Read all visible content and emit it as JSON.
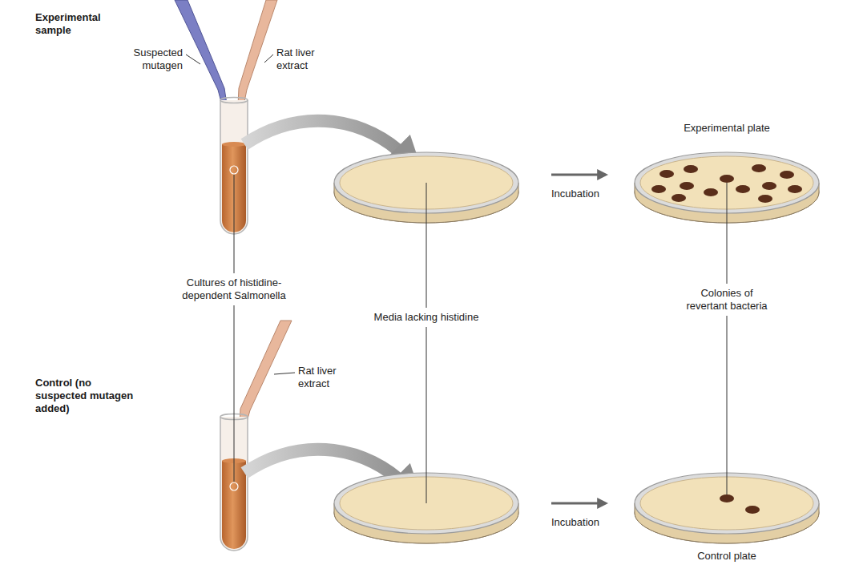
{
  "diagram": {
    "labels": [
      "Experimental sample",
      "Suspected mutagen",
      "Rat liver extract",
      "Experimental plate",
      "Incubation",
      "Cultures of histidine-dependent Salmonella",
      "Media lacking histidine",
      "Colonies of revertant bacteria",
      "Control (no suspected mutagen added)",
      "Rat liver extract",
      "Incubation",
      "Control plate"
    ]
  }
}
